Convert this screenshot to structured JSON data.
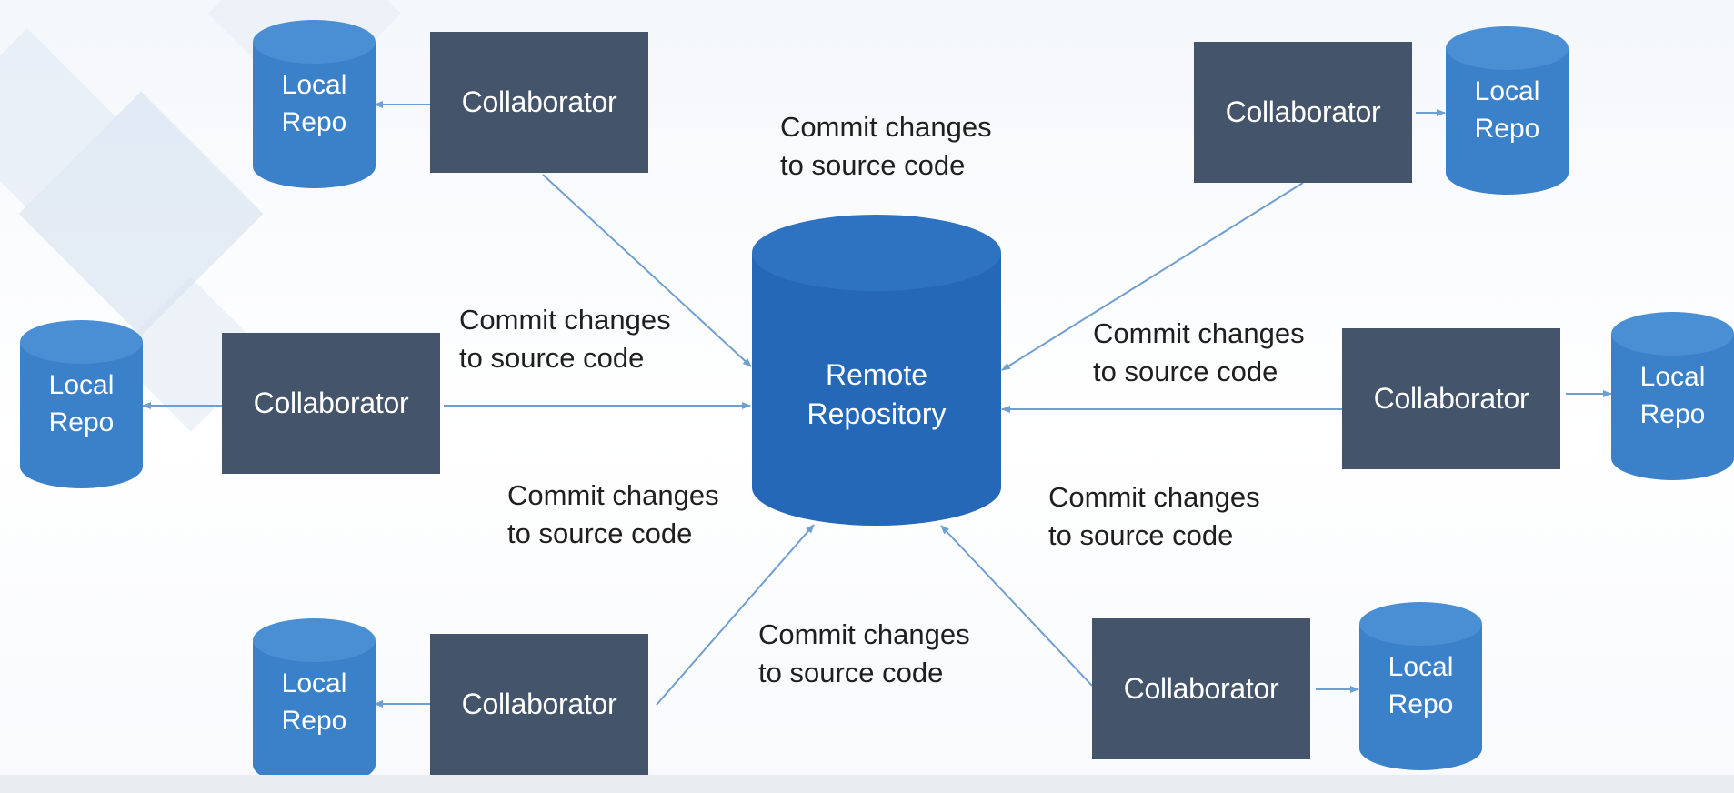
{
  "colors": {
    "collaborator_fill": "#44546a",
    "repo_fill": "#3a81c9",
    "remote_fill": "#2568b8",
    "arrow": "#6f9fd0",
    "label_text": "#1f1f1f"
  },
  "remote": {
    "line1": "Remote",
    "line2": "Repository"
  },
  "collaborators": [
    {
      "id": "top-left",
      "label": "Collaborator",
      "local_repo": {
        "line1": "Local",
        "line2": "Repo"
      }
    },
    {
      "id": "middle-left",
      "label": "Collaborator",
      "local_repo": {
        "line1": "Local",
        "line2": "Repo"
      }
    },
    {
      "id": "bottom-left",
      "label": "Collaborator",
      "local_repo": {
        "line1": "Local",
        "line2": "Repo"
      }
    },
    {
      "id": "top-right",
      "label": "Collaborator",
      "local_repo": {
        "line1": "Local",
        "line2": "Repo"
      }
    },
    {
      "id": "middle-right",
      "label": "Collaborator",
      "local_repo": {
        "line1": "Local",
        "line2": "Repo"
      }
    },
    {
      "id": "bottom-right",
      "label": "Collaborator",
      "local_repo": {
        "line1": "Local",
        "line2": "Repo"
      }
    }
  ],
  "edge_labels": [
    {
      "line1": "Commit changes",
      "line2": "to source code"
    },
    {
      "line1": "Commit changes",
      "line2": "to source code"
    },
    {
      "line1": "Commit changes",
      "line2": "to source code"
    },
    {
      "line1": "Commit changes",
      "line2": "to source code"
    },
    {
      "line1": "Commit changes",
      "line2": "to source code"
    },
    {
      "line1": "Commit changes",
      "line2": "to source code"
    }
  ]
}
